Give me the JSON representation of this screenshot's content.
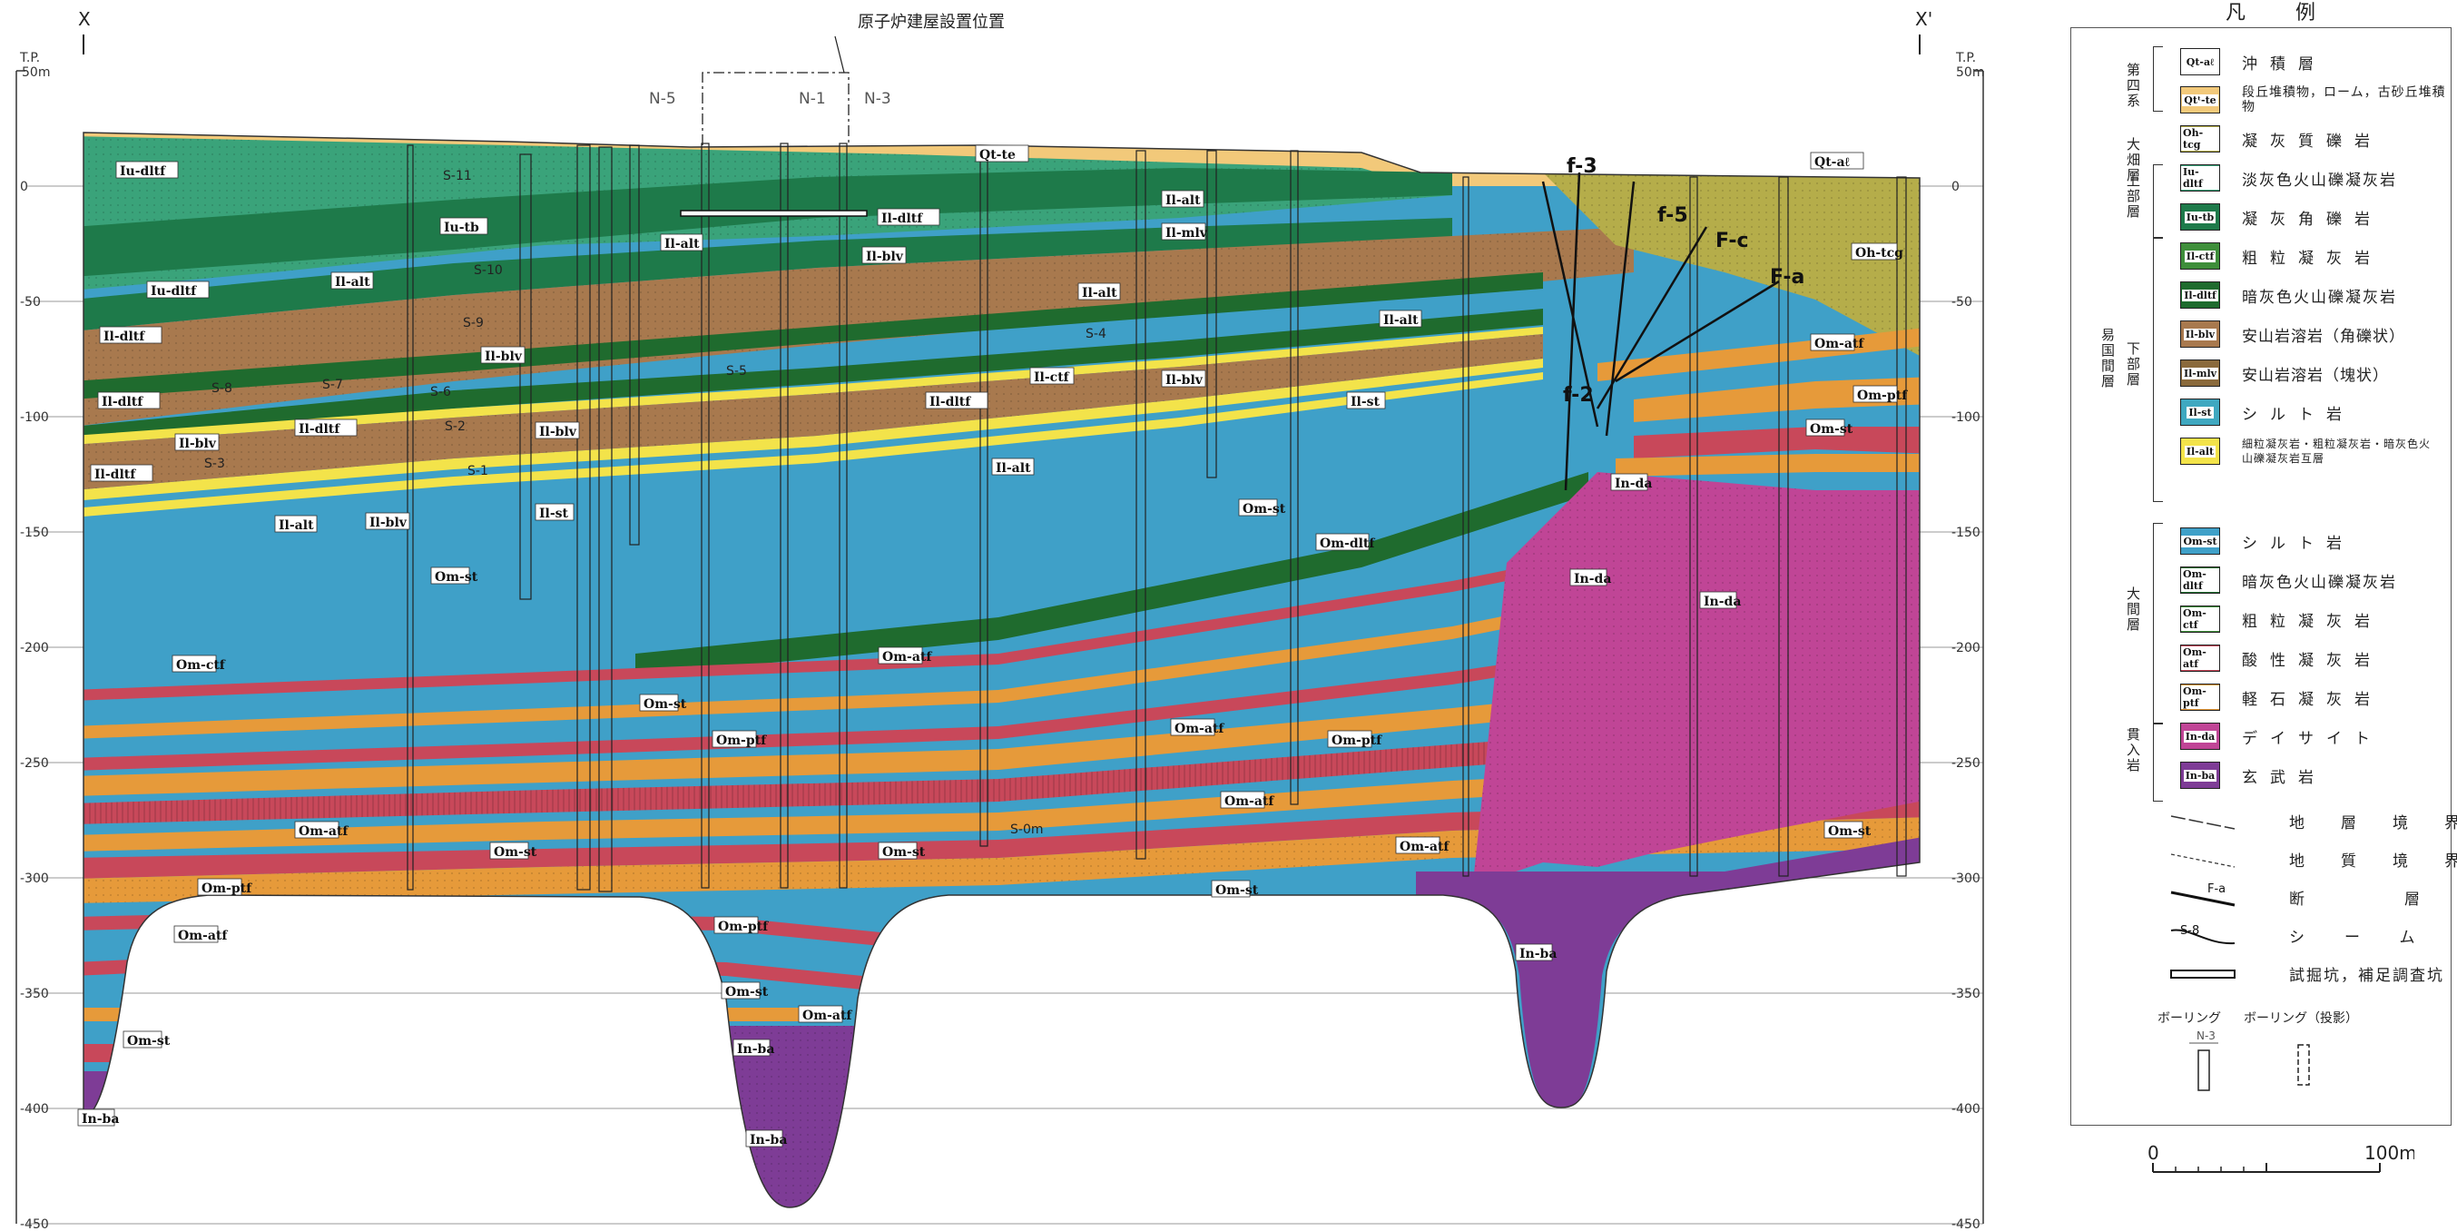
{
  "section": {
    "left_marker": "X",
    "right_marker": "X'",
    "tp_left": "T.P.\n50m",
    "tp_left_1": "T.P.",
    "tp_left_2": "50m",
    "tp_right_1": "T.P.",
    "tp_right_2": "50m",
    "reactor_label": "原子炉建屋設置位置",
    "boreholes": [
      "N-5",
      "N-1",
      "N-3"
    ],
    "elevation_ticks": [
      "0",
      "-50",
      "-100",
      "-150",
      "-200",
      "-250",
      "-300",
      "-350",
      "-400",
      "-450"
    ],
    "elevation_ticks_right": [
      "50",
      "0",
      "-50",
      "-100",
      "-150",
      "-200",
      "-250",
      "-300",
      "-350",
      "-400",
      "-450"
    ],
    "faults": [
      "f-3",
      "f-5",
      "F-c",
      "F-a",
      "f-2"
    ],
    "seams": [
      "S-11",
      "S-10",
      "S-9",
      "S-8",
      "S-7",
      "S-6",
      "S-5",
      "S-4",
      "S-3",
      "S-2",
      "S-1",
      "S-0m"
    ],
    "labels": {
      "qt_te": "Qt-te",
      "qt_al": "Qt-aℓ",
      "iu_dltf": "Iu-dltf",
      "iu_tb": "Iu-tb",
      "il_alt": "Il-alt",
      "il_dltf": "Il-dltf",
      "il_blv": "Il-blv",
      "il_mlv": "Il-mlv",
      "il_ctf": "Il-ctf",
      "il_st": "Il-st",
      "om_st": "Om-st",
      "om_dltf": "Om-dltf",
      "om_ctf": "Om-ctf",
      "om_atf": "Om-atf",
      "om_ptf": "Om-ptf",
      "oh_tcg": "Oh-tcg",
      "in_da": "In-da",
      "in_ba": "In-ba"
    }
  },
  "legend": {
    "title": "凡 例",
    "groups": {
      "quaternary": "第四系",
      "ohata": "大畑層",
      "upper": "上部層",
      "lower": "下部層",
      "ekoku": "易国間層",
      "oma": "大間層",
      "intrusive": "貫入岩"
    },
    "units": [
      {
        "code": "Qt-aℓ",
        "desc": "沖積層",
        "color": "#ffffff"
      },
      {
        "code": "Qtᵗ-te",
        "desc": "段丘堆積物，ローム，古砂丘堆積物",
        "color": "#f2c97a"
      },
      {
        "code": "Oh-tcg",
        "desc": "凝灰質礫岩",
        "color": "#b5ad4a"
      },
      {
        "code": "Iu-dltf",
        "desc": "淡灰色火山礫凝灰岩",
        "color": "#3aa37a"
      },
      {
        "code": "Iu-tb",
        "desc": "凝灰角礫岩",
        "color": "#1e7a4a"
      },
      {
        "code": "Il-ctf",
        "desc": "粗粒凝灰岩",
        "color": "#3e8e3a"
      },
      {
        "code": "Il-dltf",
        "desc": "暗灰色火山礫凝灰岩",
        "color": "#1f6b2e"
      },
      {
        "code": "Il-blv",
        "desc": "安山岩溶岩（角礫状）",
        "color": "#a8794e"
      },
      {
        "code": "Il-mlv",
        "desc": "安山岩溶岩（塊状）",
        "color": "#8a6a3c"
      },
      {
        "code": "Il-st",
        "desc": "シルト岩",
        "color": "#3fa8c0"
      },
      {
        "code": "Il-alt",
        "desc": "細粒凝灰岩・粗粒凝灰岩・暗灰色火山礫凝灰岩互層",
        "color": "#f3e34a"
      },
      {
        "code": "Om-st",
        "desc": "シルト岩",
        "color": "#3fa0c8"
      },
      {
        "code": "Om-dltf",
        "desc": "暗灰色火山礫凝灰岩",
        "color": "#1f6b2e"
      },
      {
        "code": "Om-ctf",
        "desc": "粗粒凝灰岩",
        "color": "#3e8e3a"
      },
      {
        "code": "Om-atf",
        "desc": "酸性凝灰岩",
        "color": "#c8485a"
      },
      {
        "code": "Om-ptf",
        "desc": "軽石凝灰岩",
        "color": "#e69a3a"
      },
      {
        "code": "In-da",
        "desc": "デイサイト",
        "color": "#c04596"
      },
      {
        "code": "In-ba",
        "desc": "玄武岩",
        "color": "#7e3c96"
      }
    ],
    "lines": [
      {
        "desc": "地層境界"
      },
      {
        "desc": "地質境界"
      },
      {
        "desc": "断層",
        "mark": "F-a"
      },
      {
        "desc": "シーム",
        "mark": "S-8"
      },
      {
        "desc": "試掘坑，補足調査坑"
      }
    ],
    "boring_label": "ボーリング",
    "boring_proj_label": "ボーリング（投影）",
    "boring_sample": "N-3",
    "scale_start": "0",
    "scale_end": "100m"
  }
}
